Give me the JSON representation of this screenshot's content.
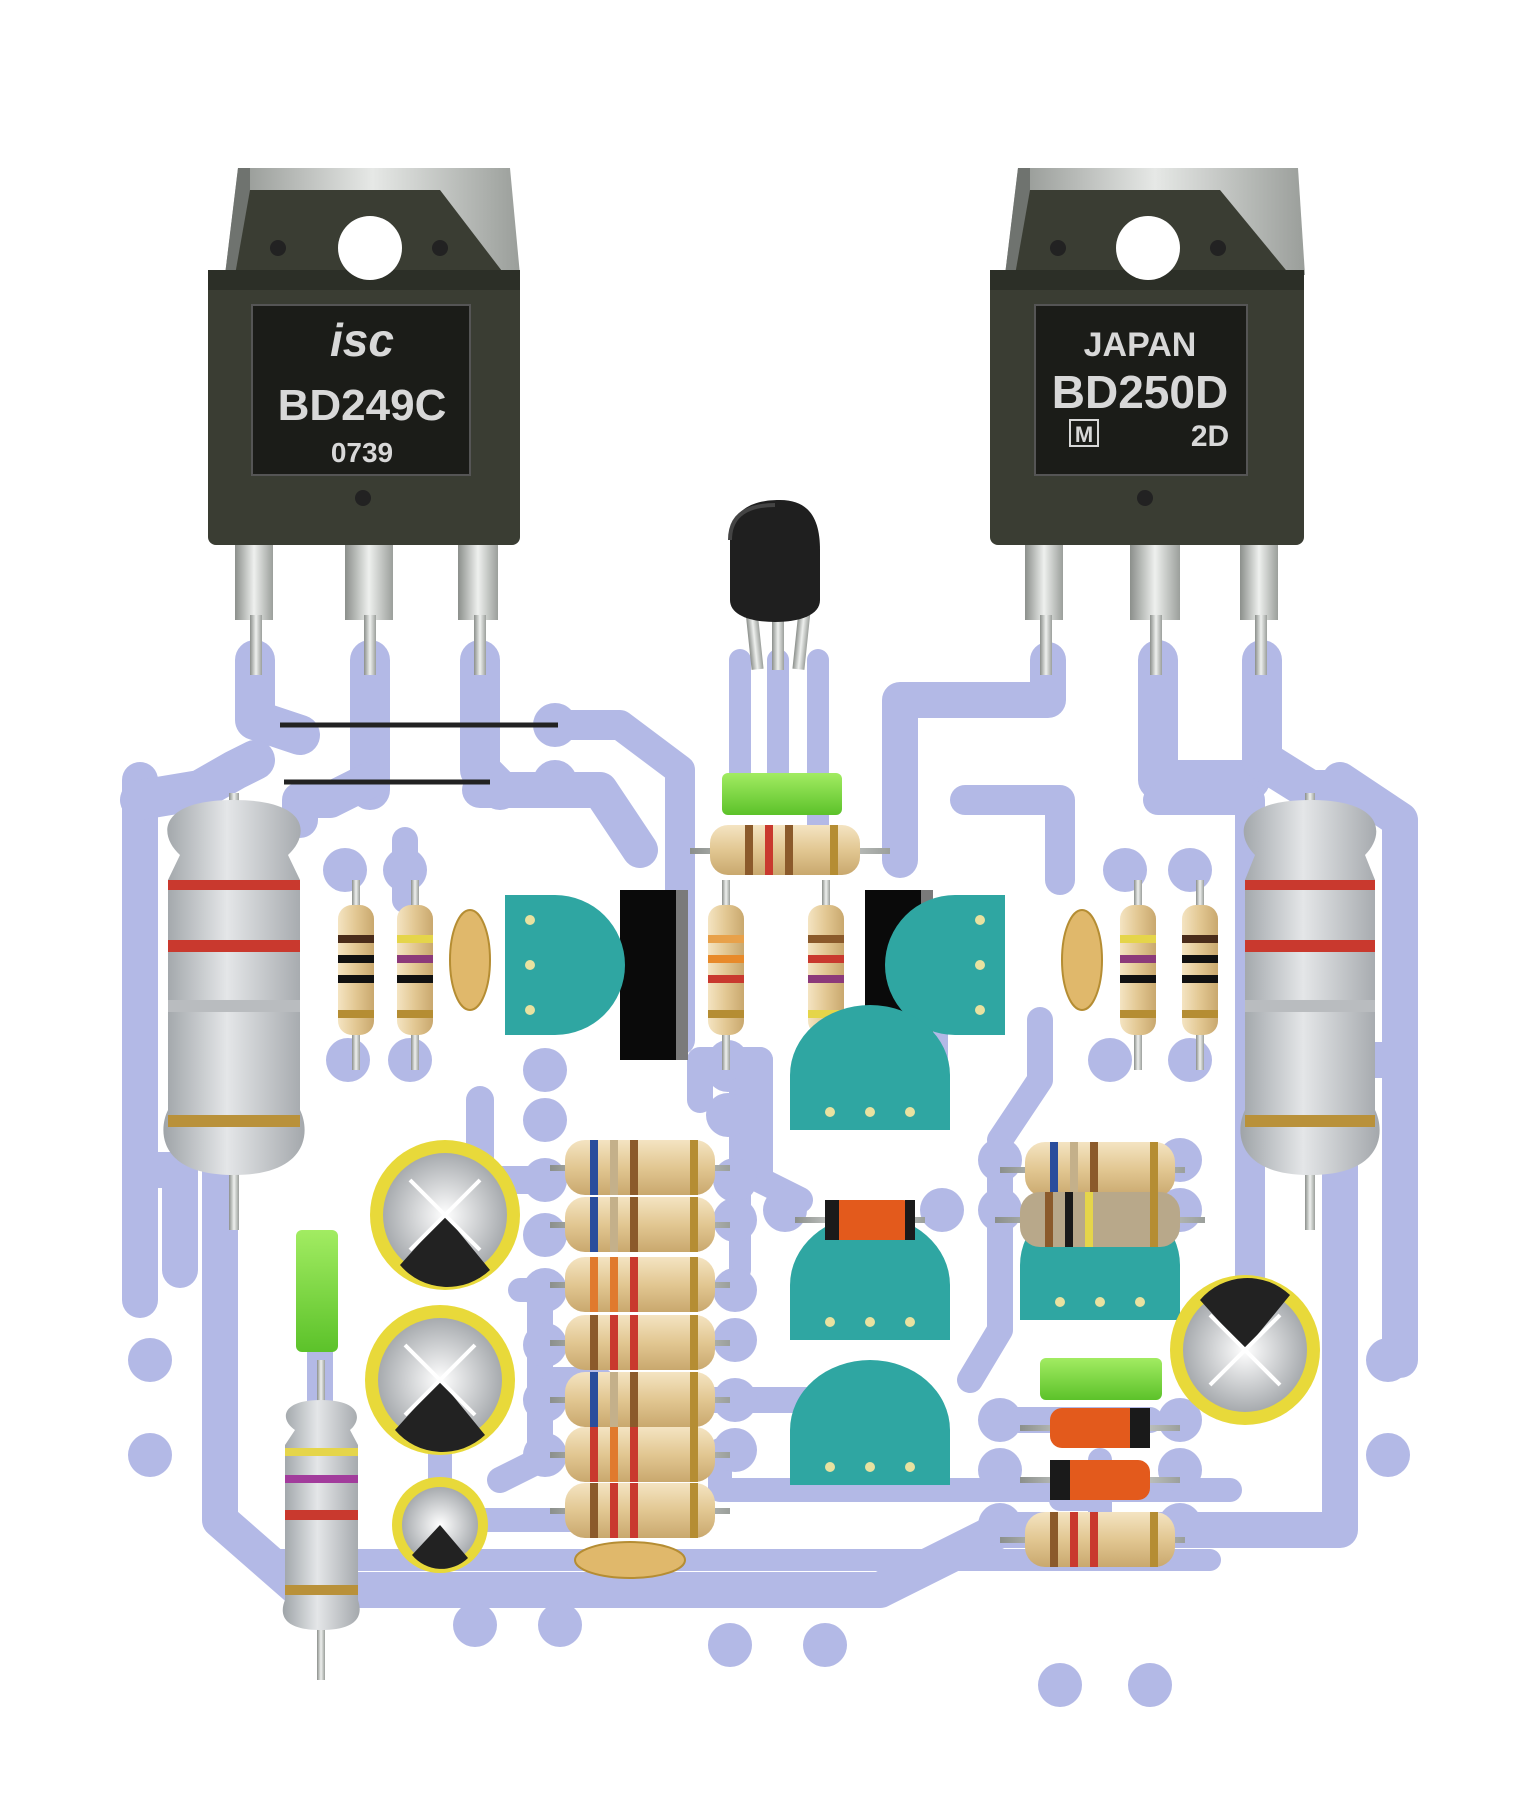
{
  "colors": {
    "background": "#ffffff",
    "trace": "#b3b9e6",
    "to247_body": "#3a3d33",
    "to247_tab": "#c8cbc8",
    "to92_body": "#1f1f1f",
    "small_transistor": "#2fa6a2",
    "resistor_body": "#e6cfa0",
    "power_resistor": "#c9ccd0",
    "film_cap": "#7bd641",
    "electrolytic_cap": "#e8d93a",
    "diode_body": "#e35a1c",
    "ceramic_cap": "#e0b86b"
  },
  "transistors": [
    {
      "id": "left-power",
      "markings": [
        "isc",
        "BD249C",
        "0739"
      ]
    },
    {
      "id": "right-power",
      "markings": [
        "JAPAN",
        "BD250D",
        "M",
        "2D"
      ]
    }
  ],
  "component_icons": {
    "power_transistor": "to247-icon",
    "driver_transistor": "to92-icon",
    "resistor": "resistor-icon",
    "power_resistor": "power-resistor-icon",
    "capacitor": "capacitor-icon",
    "diode": "diode-icon",
    "heatsink": "heatsink-icon",
    "jumper": "jumper-wire-icon"
  }
}
